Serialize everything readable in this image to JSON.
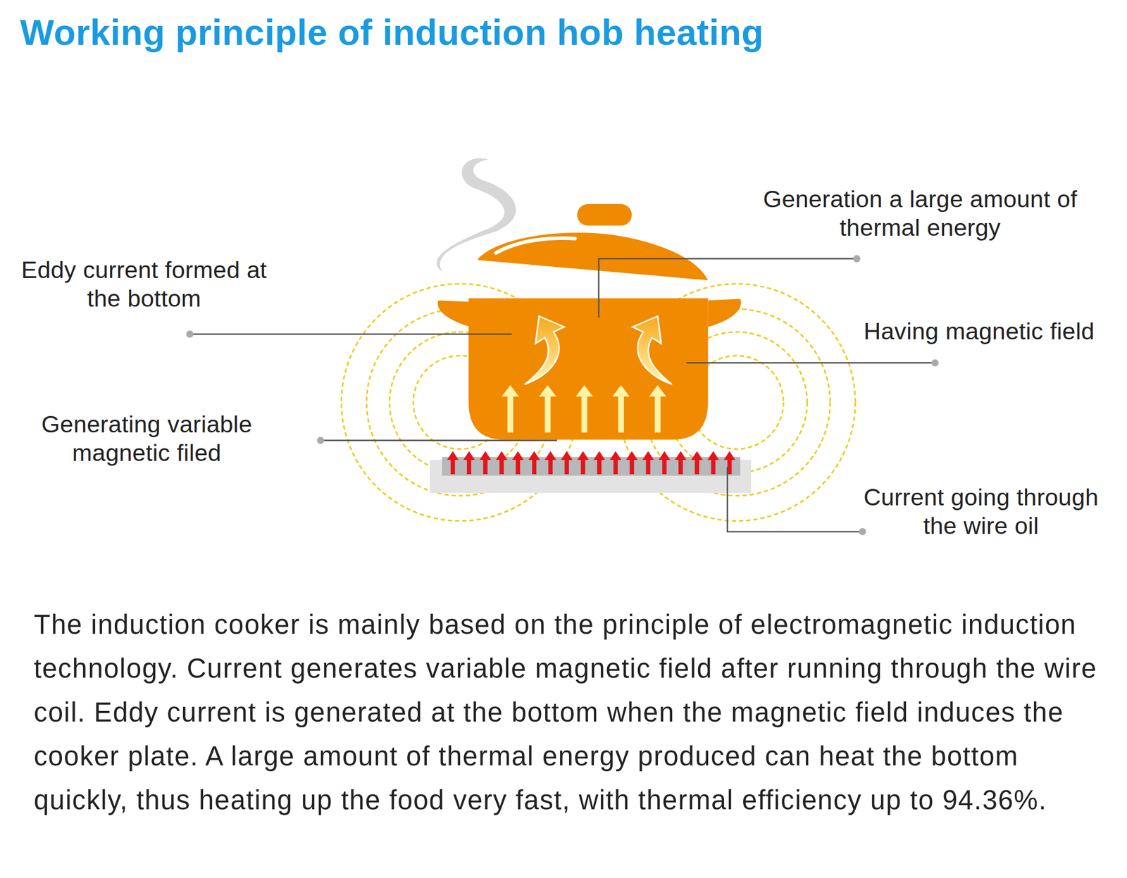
{
  "diagram": {
    "title": "Working principle of induction hob heating",
    "caption": "The induction cooker is mainly based on the principle of electromagnetic induction technology. Current generates variable magnetic field after running through the wire coil. Eddy current is generated at the bottom when the magnetic field induces the cooker plate. A large amount of thermal energy produced can heat the bottom quickly, thus heating up the food very fast, with thermal efficiency up to 94.36%.",
    "labels": [
      "Eddy current formed at the bottom",
      "Generating variable magnetic filed",
      "Generation a large amount of thermal energy",
      "Having magnetic field",
      "Current going through the wire oil"
    ]
  }
}
